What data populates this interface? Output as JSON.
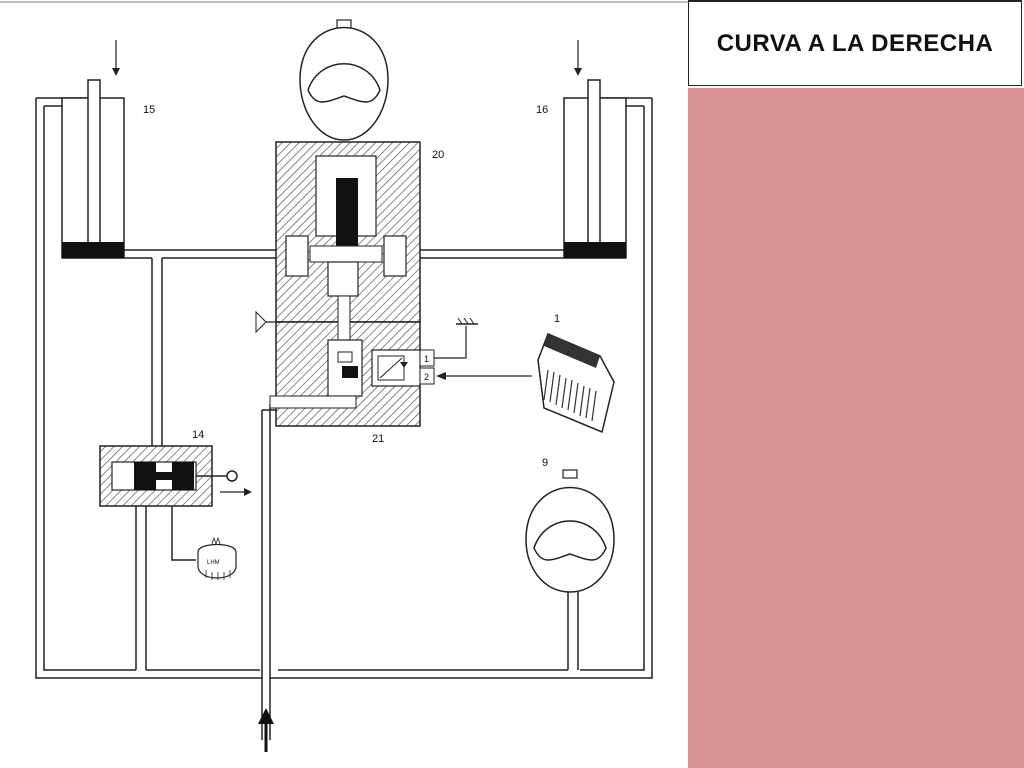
{
  "title": "CURVA A LA DERECHA",
  "colors": {
    "panel": "#d89594",
    "line": "#222222",
    "hatch": "#555555"
  },
  "labels": {
    "cyl_left": "15",
    "cyl_right": "16",
    "block_top": "20",
    "block_bottom": "21",
    "valve": "14",
    "accumulator": "9",
    "ecu": "1",
    "port_1": "1",
    "port_2": "2",
    "lhm": "LHM"
  }
}
